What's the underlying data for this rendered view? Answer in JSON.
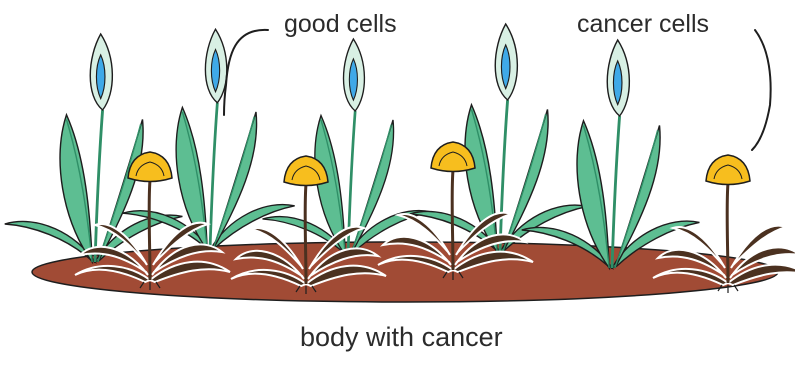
{
  "labels": {
    "good_cells": "good cells",
    "cancer_cells": "cancer cells",
    "caption": "body with cancer"
  },
  "colors": {
    "soil": "#A14B35",
    "leaf": "#5DBE92",
    "leaf_dark": "#2F8F67",
    "spathe": "#D8F0E4",
    "spadix": "#3FA9E8",
    "weed_leaf": "#4B3120",
    "dandelion": "#F7BE1E",
    "outline": "#1E1E1E"
  }
}
